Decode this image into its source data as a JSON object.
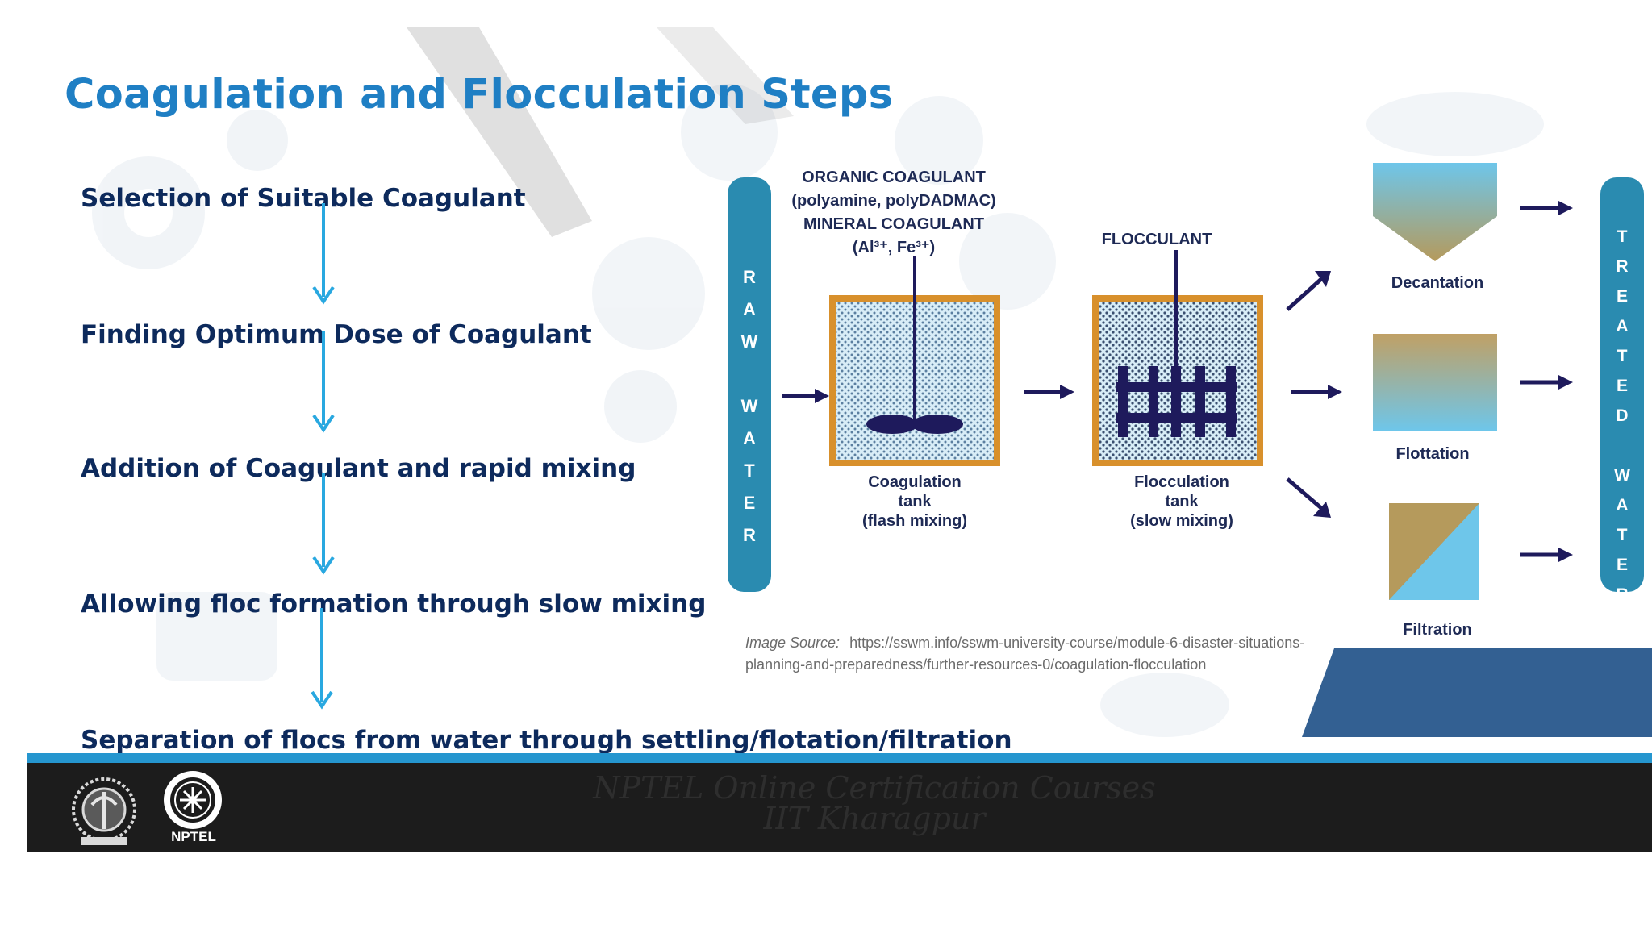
{
  "slide": {
    "title": "Coagulation and Flocculation Steps",
    "steps": [
      "Selection of Suitable Coagulant",
      "Finding Optimum Dose of Coagulant",
      "Addition of Coagulant and rapid mixing",
      "Allowing floc formation through slow mixing",
      "Separation of flocs from water through settling/flotation/filtration"
    ]
  },
  "diagram": {
    "raw_water_label": [
      "R",
      "A",
      "W",
      "",
      "W",
      "A",
      "T",
      "E",
      "R"
    ],
    "treated_water_label": [
      "T",
      "R",
      "E",
      "A",
      "T",
      "E",
      "D",
      "",
      "W",
      "A",
      "T",
      "E",
      "R"
    ],
    "coagulant_lines": [
      "ORGANIC COAGULANT",
      "(polyamine, polyDADMAC)",
      "MINERAL COAGULANT",
      "(Al³⁺, Fe³⁺)"
    ],
    "flocculant": "FLOCCULANT",
    "coagulation_tank": [
      "Coagulation",
      "tank",
      "(flash mixing)"
    ],
    "flocculation_tank": [
      "Flocculation",
      "tank",
      "(slow mixing)"
    ],
    "decantation": "Decantation",
    "flottation": "Flottation",
    "filtration": "Filtration"
  },
  "image_source": {
    "label": "Image Source:",
    "url_line1": "https://sswm.info/sswm-university-course/module-6-disaster-situations-",
    "url_line2": "planning-and-preparedness/further-resources-0/coagulation-flocculation"
  },
  "footer": {
    "nptel": "NPTEL",
    "course_line1": "NPTEL Online Certification Courses",
    "course_line2": "IIT Kharagpur"
  },
  "colors": {
    "title": "#1f7fc4",
    "steps": "#0d2a5c",
    "arrows": "#29a8e0",
    "water_bar": "#2a8bb0",
    "diagram_arrows": "#1e1a5c",
    "footer_line": "#2596cf"
  }
}
